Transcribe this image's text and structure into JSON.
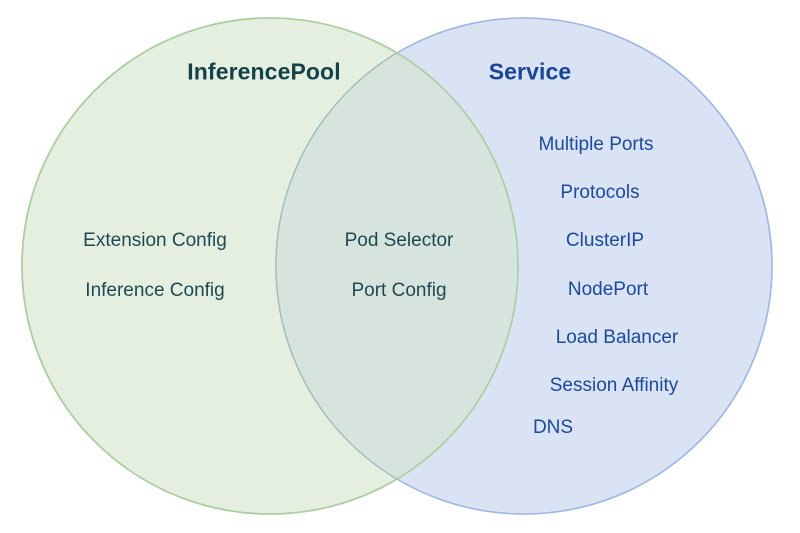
{
  "diagram": {
    "type": "venn",
    "background_color": "#ffffff",
    "left_circle": {
      "title": "InferencePool",
      "title_color": "#13424a",
      "fill_color": "#e5efe0",
      "stroke_color": "#a9cf9c",
      "text_color": "#1d4a52",
      "items": [
        {
          "label": "Extension Config"
        },
        {
          "label": "Inference Config"
        }
      ]
    },
    "right_circle": {
      "title": "Service",
      "title_color": "#15459e",
      "fill_color": "#d8e2f3",
      "stroke_color": "#9cb6e8",
      "text_color": "#1a4aa3",
      "items": [
        {
          "label": "Multiple Ports"
        },
        {
          "label": "Protocols"
        },
        {
          "label": "ClusterIP"
        },
        {
          "label": "NodePort"
        },
        {
          "label": "Load Balancer"
        },
        {
          "label": "Session Affinity"
        },
        {
          "label": "DNS"
        }
      ]
    },
    "intersection": {
      "fill_color": "#d6e4dd",
      "text_color": "#1d4a52",
      "items": [
        {
          "label": "Pod Selector"
        },
        {
          "label": "Port Config"
        }
      ]
    }
  }
}
